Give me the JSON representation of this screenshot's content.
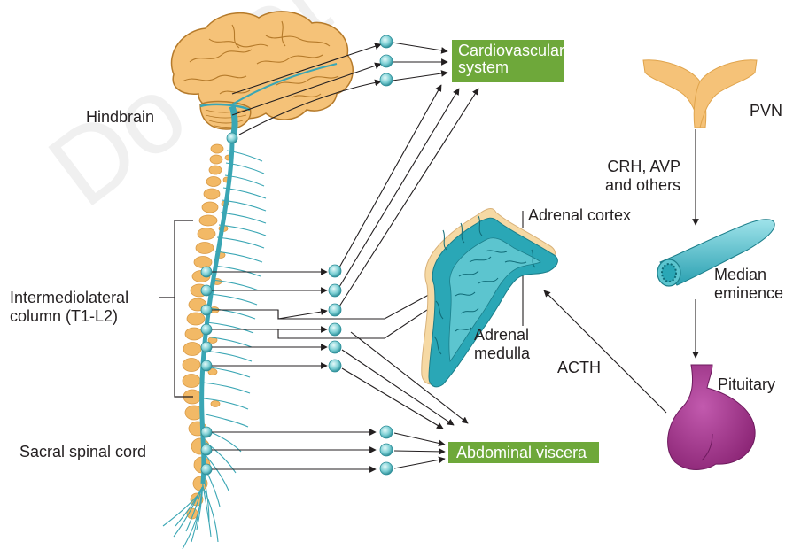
{
  "watermark": "Do not copy",
  "boxes": {
    "cardiovascular": [
      "Cardiovascular",
      "system"
    ],
    "abdominal": "Abdominal viscera"
  },
  "labels": {
    "hindbrain": "Hindbrain",
    "intermediolateral": [
      "Intermediolateral",
      "column (T1-L2)"
    ],
    "sacral": "Sacral spinal cord",
    "adrenal_cortex": "Adrenal cortex",
    "adrenal_medulla": [
      "Adrenal",
      "medulla"
    ],
    "acth": "ACTH",
    "pvn": "PVN",
    "crh_avp": [
      "CRH, AVP",
      "and others"
    ],
    "median_eminence": [
      "Median",
      "eminence"
    ],
    "pituitary": "Pituitary"
  },
  "colors": {
    "box_green": "#6ea83a",
    "brain_orange": "#f5c278",
    "vertebra_orange": "#f2b966",
    "nerve_teal": "#3aa6b4",
    "node_teal": "#7ccfd4",
    "adrenal_teal": "#2aa7b6",
    "pituitary_purple": "#a2318d",
    "pvn_orange": "#f5c278"
  }
}
